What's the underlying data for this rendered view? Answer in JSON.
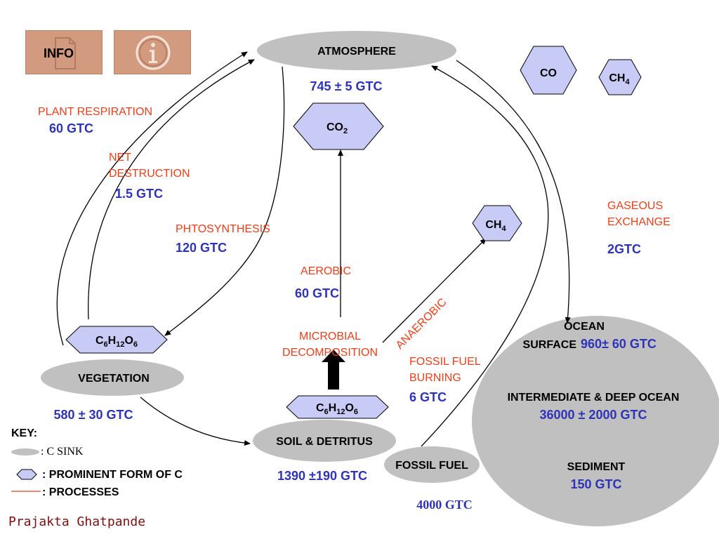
{
  "buttons": {
    "info_label": "INFO"
  },
  "sinks": {
    "atmosphere": {
      "label": "ATMOSPHERE",
      "value": "745 ± 5 GTC"
    },
    "vegetation": {
      "label": "VEGETATION",
      "value": "580 ± 30 GTC"
    },
    "soil": {
      "label": "SOIL & DETRITUS",
      "value": "1390 ±190 GTC"
    },
    "fossil_fuel": {
      "label": "FOSSIL FUEL",
      "value": "4000 GTC"
    },
    "ocean": {
      "label": "OCEAN",
      "surface_label": "SURFACE",
      "surface_value": "960± 60 GTC",
      "deep_label": "INTERMEDIATE & DEEP OCEAN",
      "deep_value": "36000 ± 2000 GTC",
      "sediment_label": "SEDIMENT",
      "sediment_value": "150 GTC"
    }
  },
  "forms": {
    "co": "CO",
    "ch4_base": "CH",
    "ch4_sub": "4",
    "co2_base": "CO",
    "co2_sub": "2",
    "glucose": {
      "c": "C",
      "c_sub": "6",
      "h": "H",
      "h_sub": "12",
      "o": "O",
      "o_sub": "6"
    }
  },
  "processes": {
    "plant_respiration": {
      "label": "PLANT RESPIRATION",
      "value": "60 GTC"
    },
    "net_destruction": {
      "label1": "NET",
      "label2": "DESTRUCTION",
      "value": "1.5 GTC"
    },
    "photosynthesis": {
      "label": "PHTOSYNTHESIS",
      "value": "120 GTC"
    },
    "aerobic": {
      "label": "AEROBIC",
      "value": "60 GTC"
    },
    "anaerobic": {
      "label": "ANAEROBIC"
    },
    "microbial": {
      "label1": "MICROBIAL",
      "label2": "DECOMPOSITION"
    },
    "fossil_burning": {
      "label1": "FOSSIL FUEL",
      "label2": "BURNING",
      "value": "6 GTC"
    },
    "gaseous_exchange": {
      "label1": "GASEOUS",
      "label2": "EXCHANGE",
      "value": "2GTC"
    }
  },
  "key": {
    "title": "KEY:",
    "sink": ": C SINK",
    "form": ":   PROMINENT  FORM OF C",
    "process": ":   PROCESSES"
  },
  "author": "Prajakta Ghatpande",
  "colors": {
    "process_text": "#e8401c",
    "value_text": "#2e33b8",
    "sink_fill": "#c0c0c0",
    "form_fill": "#c9cbf7",
    "button_fill": "#d29a7e"
  }
}
